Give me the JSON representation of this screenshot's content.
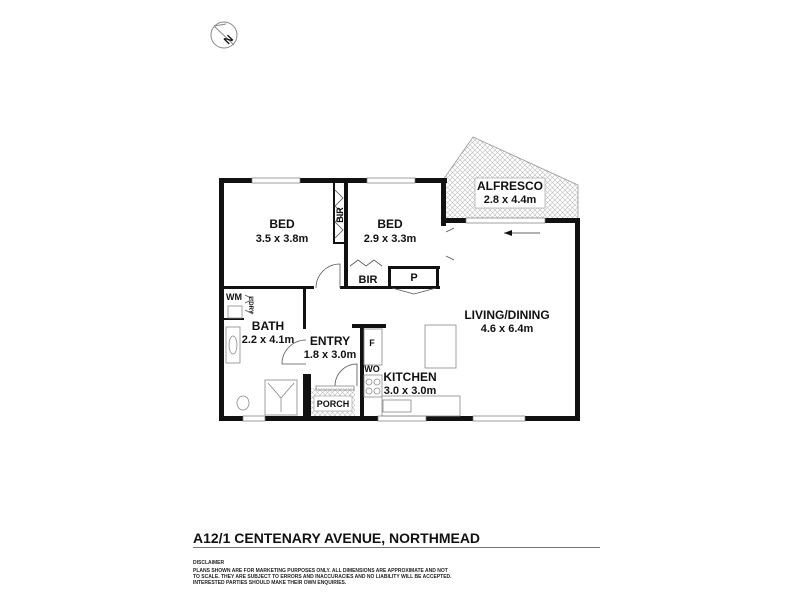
{
  "compass": {
    "label": "N"
  },
  "rooms": {
    "bed1": {
      "name": "BED",
      "dims": "3.5 x 3.8m"
    },
    "bed2": {
      "name": "BED",
      "dims": "2.9 x 3.3m"
    },
    "bir1": {
      "name": "BIR"
    },
    "bir2": {
      "name": "BIR"
    },
    "pantry": {
      "name": "P"
    },
    "alfresco": {
      "name": "ALFRESCO",
      "dims": "2.8 x 4.4m"
    },
    "living": {
      "name": "LIVING/DINING",
      "dims": "4.6 x 6.4m"
    },
    "wm": {
      "name": "WM"
    },
    "ldry": {
      "name": "L'DRY"
    },
    "bath": {
      "name": "BATH",
      "dims": "2.2 x 4.1m"
    },
    "entry": {
      "name": "ENTRY",
      "dims": "1.8 x 3.0m"
    },
    "fridge": {
      "name": "F"
    },
    "oven": {
      "name": "WO"
    },
    "kitchen": {
      "name": "KITCHEN",
      "dims": "3.0 x 3.0m"
    },
    "porch": {
      "name": "PORCH"
    }
  },
  "footer": {
    "address": "A12/1 CENTENARY AVENUE, NORTHMEAD",
    "disclaimer_heading": "DISCLAIMER",
    "disclaimer_text": "PLANS SHOWN ARE FOR MARKETING PURPOSES ONLY. ALL DIMENSIONS ARE APPROXIMATE AND NOT TO SCALE. THEY ARE SUBJECT TO ERRORS AND INACCURACIES AND NO LIABILITY WILL BE ACCEPTED. INTERESTED PARTIES SHOULD MAKE THEIR OWN ENQUIRIES."
  }
}
